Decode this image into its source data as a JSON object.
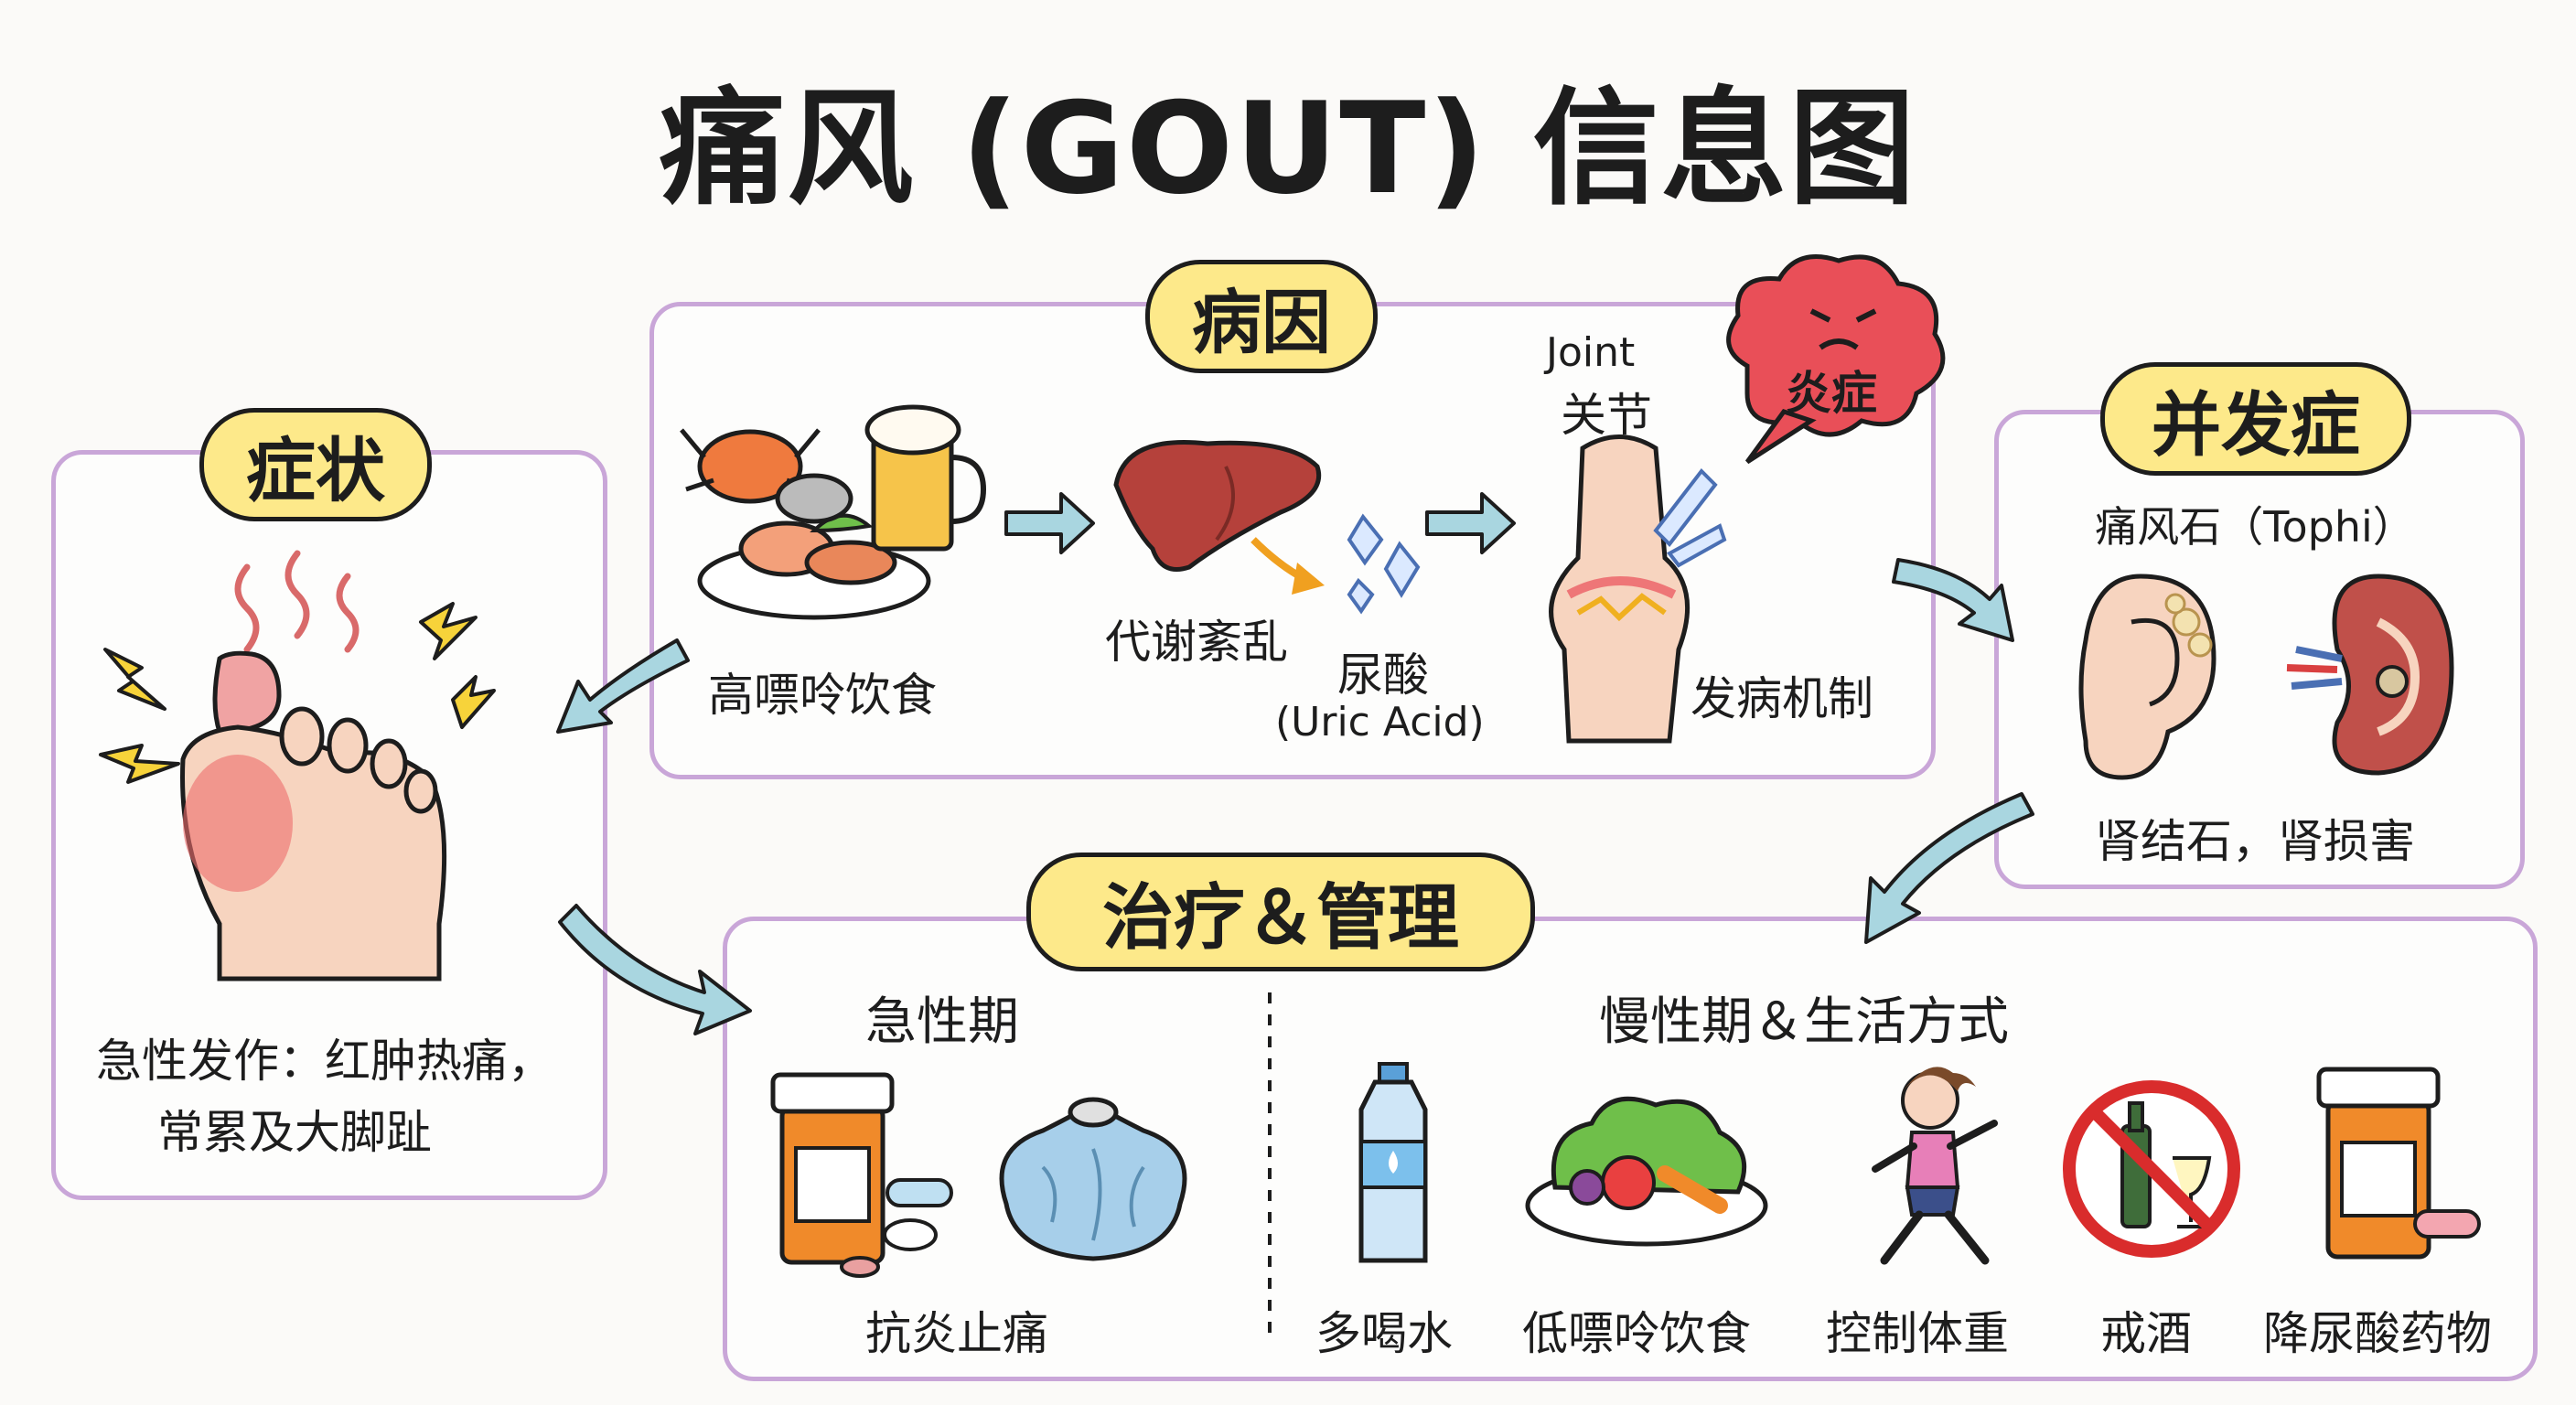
{
  "title": "痛风 (GOUT) 信息图",
  "symptoms": {
    "heading": "症状",
    "desc_line1": "急性发作：红肿热痛，",
    "desc_line2": "常累及大脚趾"
  },
  "causes": {
    "heading": "病因",
    "high_purine_diet": "高嘌呤饮食",
    "metabolic_disorder": "代谢紊乱",
    "uric_acid": "尿酸",
    "uric_acid_en": "(Uric Acid)",
    "joint_en": "Joint",
    "joint_zh": "关节",
    "inflammation": "炎症",
    "mechanism": "发病机制"
  },
  "complications": {
    "heading": "并发症",
    "tophi": "痛风石（Tophi）",
    "kidney": "肾结石，肾损害"
  },
  "treatment": {
    "heading": "治疗＆管理",
    "acute": {
      "heading": "急性期",
      "item": "抗炎止痛"
    },
    "chronic": {
      "heading": "慢性期＆生活方式",
      "items": [
        "多喝水",
        "低嘌呤饮食",
        "控制体重",
        "戒酒",
        "降尿酸药物"
      ]
    }
  },
  "colors": {
    "panel_border": "#c9a6d8",
    "pill_fill": "#fde98a",
    "arrow": "#a9d6e0",
    "inflammation": "#e94f58",
    "skin": "#f7d4bf"
  }
}
